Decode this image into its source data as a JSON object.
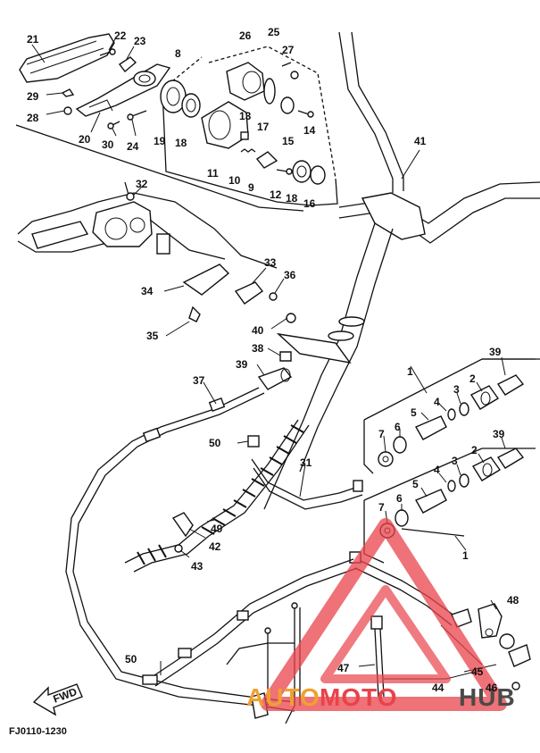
{
  "diagram": {
    "drawing_code": "FJ0110-1230",
    "fwd_label": "FWD",
    "parts": [
      {
        "id": "p21",
        "label": "21"
      },
      {
        "id": "p22",
        "label": "22"
      },
      {
        "id": "p23",
        "label": "23"
      },
      {
        "id": "p8",
        "label": "8"
      },
      {
        "id": "p26",
        "label": "26"
      },
      {
        "id": "p25",
        "label": "25"
      },
      {
        "id": "p27",
        "label": "27"
      },
      {
        "id": "p29",
        "label": "29"
      },
      {
        "id": "p28",
        "label": "28"
      },
      {
        "id": "p20",
        "label": "20"
      },
      {
        "id": "p30",
        "label": "30"
      },
      {
        "id": "p24",
        "label": "24"
      },
      {
        "id": "p19",
        "label": "19"
      },
      {
        "id": "p18a",
        "label": "18"
      },
      {
        "id": "p13",
        "label": "13"
      },
      {
        "id": "p17",
        "label": "17"
      },
      {
        "id": "p15",
        "label": "15"
      },
      {
        "id": "p14",
        "label": "14"
      },
      {
        "id": "p11",
        "label": "11"
      },
      {
        "id": "p10",
        "label": "10"
      },
      {
        "id": "p9",
        "label": "9"
      },
      {
        "id": "p12",
        "label": "12"
      },
      {
        "id": "p18b",
        "label": "18"
      },
      {
        "id": "p16",
        "label": "16"
      },
      {
        "id": "p41",
        "label": "41"
      },
      {
        "id": "p32",
        "label": "32"
      },
      {
        "id": "p33",
        "label": "33"
      },
      {
        "id": "p36",
        "label": "36"
      },
      {
        "id": "p34",
        "label": "34"
      },
      {
        "id": "p35",
        "label": "35"
      },
      {
        "id": "p40",
        "label": "40"
      },
      {
        "id": "p38",
        "label": "38"
      },
      {
        "id": "p39a",
        "label": "39"
      },
      {
        "id": "p37",
        "label": "37"
      },
      {
        "id": "p1a",
        "label": "1"
      },
      {
        "id": "p39b",
        "label": "39"
      },
      {
        "id": "p2a",
        "label": "2"
      },
      {
        "id": "p3a",
        "label": "3"
      },
      {
        "id": "p4a",
        "label": "4"
      },
      {
        "id": "p5a",
        "label": "5"
      },
      {
        "id": "p6a",
        "label": "6"
      },
      {
        "id": "p7a",
        "label": "7"
      },
      {
        "id": "p39c",
        "label": "39"
      },
      {
        "id": "p2b",
        "label": "2"
      },
      {
        "id": "p3b",
        "label": "3"
      },
      {
        "id": "p4b",
        "label": "4"
      },
      {
        "id": "p5b",
        "label": "5"
      },
      {
        "id": "p6b",
        "label": "6"
      },
      {
        "id": "p7b",
        "label": "7"
      },
      {
        "id": "p50a",
        "label": "50"
      },
      {
        "id": "p31",
        "label": "31"
      },
      {
        "id": "p49",
        "label": "49"
      },
      {
        "id": "p42",
        "label": "42"
      },
      {
        "id": "p43",
        "label": "43"
      },
      {
        "id": "p1b",
        "label": "1"
      },
      {
        "id": "p48",
        "label": "48"
      },
      {
        "id": "p50b",
        "label": "50"
      },
      {
        "id": "p47",
        "label": "47"
      },
      {
        "id": "p45",
        "label": "45"
      },
      {
        "id": "p44",
        "label": "44"
      },
      {
        "id": "p46",
        "label": "46"
      }
    ]
  },
  "watermark": {
    "text_auto": "AUTO",
    "text_moto": "MOTO",
    "text_hub": "HUB",
    "color_orange": "#f0a030",
    "color_red": "#e8434a",
    "color_gray": "#4a4a4a"
  }
}
